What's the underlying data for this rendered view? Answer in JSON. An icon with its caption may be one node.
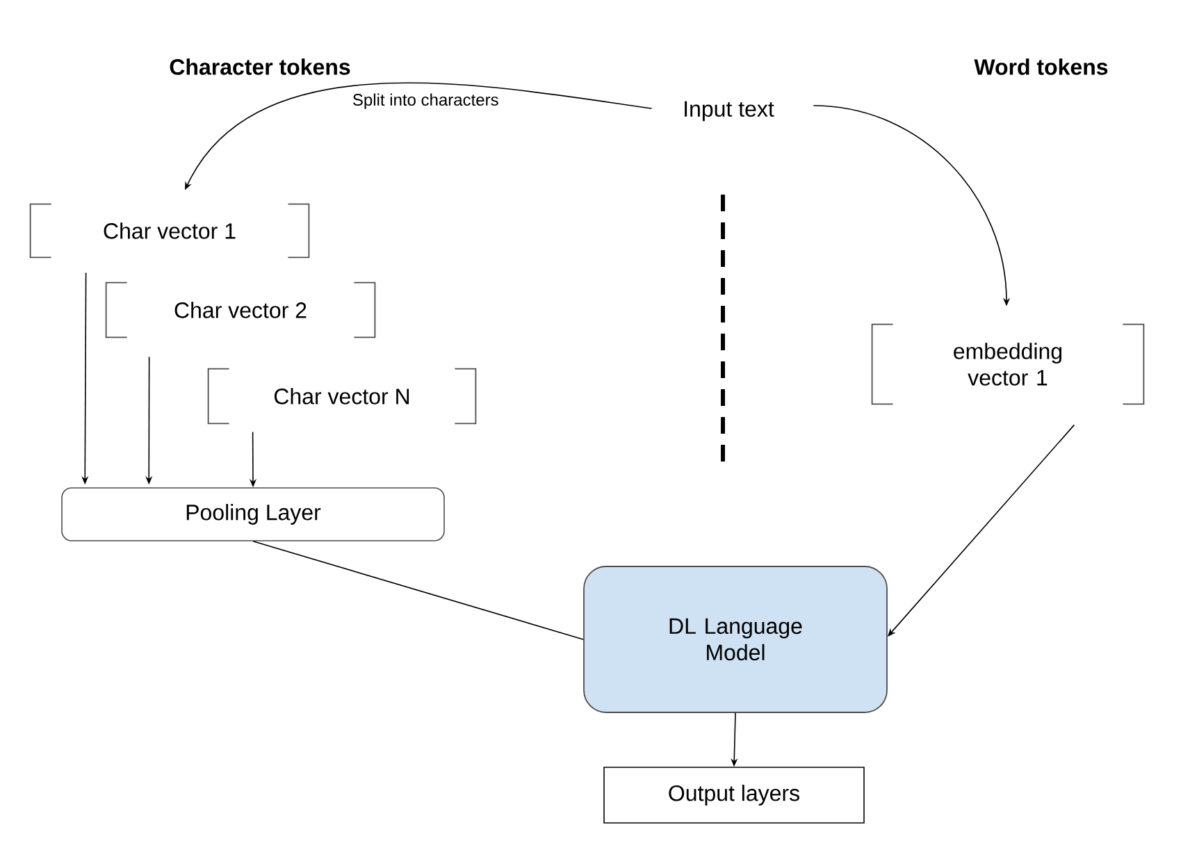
{
  "diagram": {
    "nodes": [
      {
        "text": [
          "Input text"
        ]
      },
      {
        "text": [
          "Char vector 1"
        ]
      },
      {
        "text": [
          "Char vector 2"
        ]
      },
      {
        "text": [
          "Char vector N"
        ]
      },
      {
        "text": [
          "embedding vector 1"
        ]
      },
      {
        "text": [
          "Pooling Layer"
        ]
      },
      {
        "text": [
          "DL Language Model"
        ]
      },
      {
        "text": [
          "Output layers"
        ]
      }
    ],
    "edges": [
      {
        "from": 0,
        "to": 1,
        "arrow": "to",
        "label": "Split into characters"
      },
      {
        "from": 0,
        "to": 4,
        "arrow": "to"
      },
      {
        "from": 1,
        "to": 5,
        "arrow": "to"
      },
      {
        "from": 2,
        "to": 5,
        "arrow": "to"
      },
      {
        "from": 3,
        "to": 5,
        "arrow": "to"
      },
      {
        "from": 4,
        "to": 6,
        "arrow": "to"
      },
      {
        "from": 5,
        "to": 6,
        "arrow": "none"
      },
      {
        "from": 6,
        "to": 7,
        "arrow": "to"
      }
    ],
    "labels": [
      "Character tokens",
      "Word tokens"
    ]
  }
}
